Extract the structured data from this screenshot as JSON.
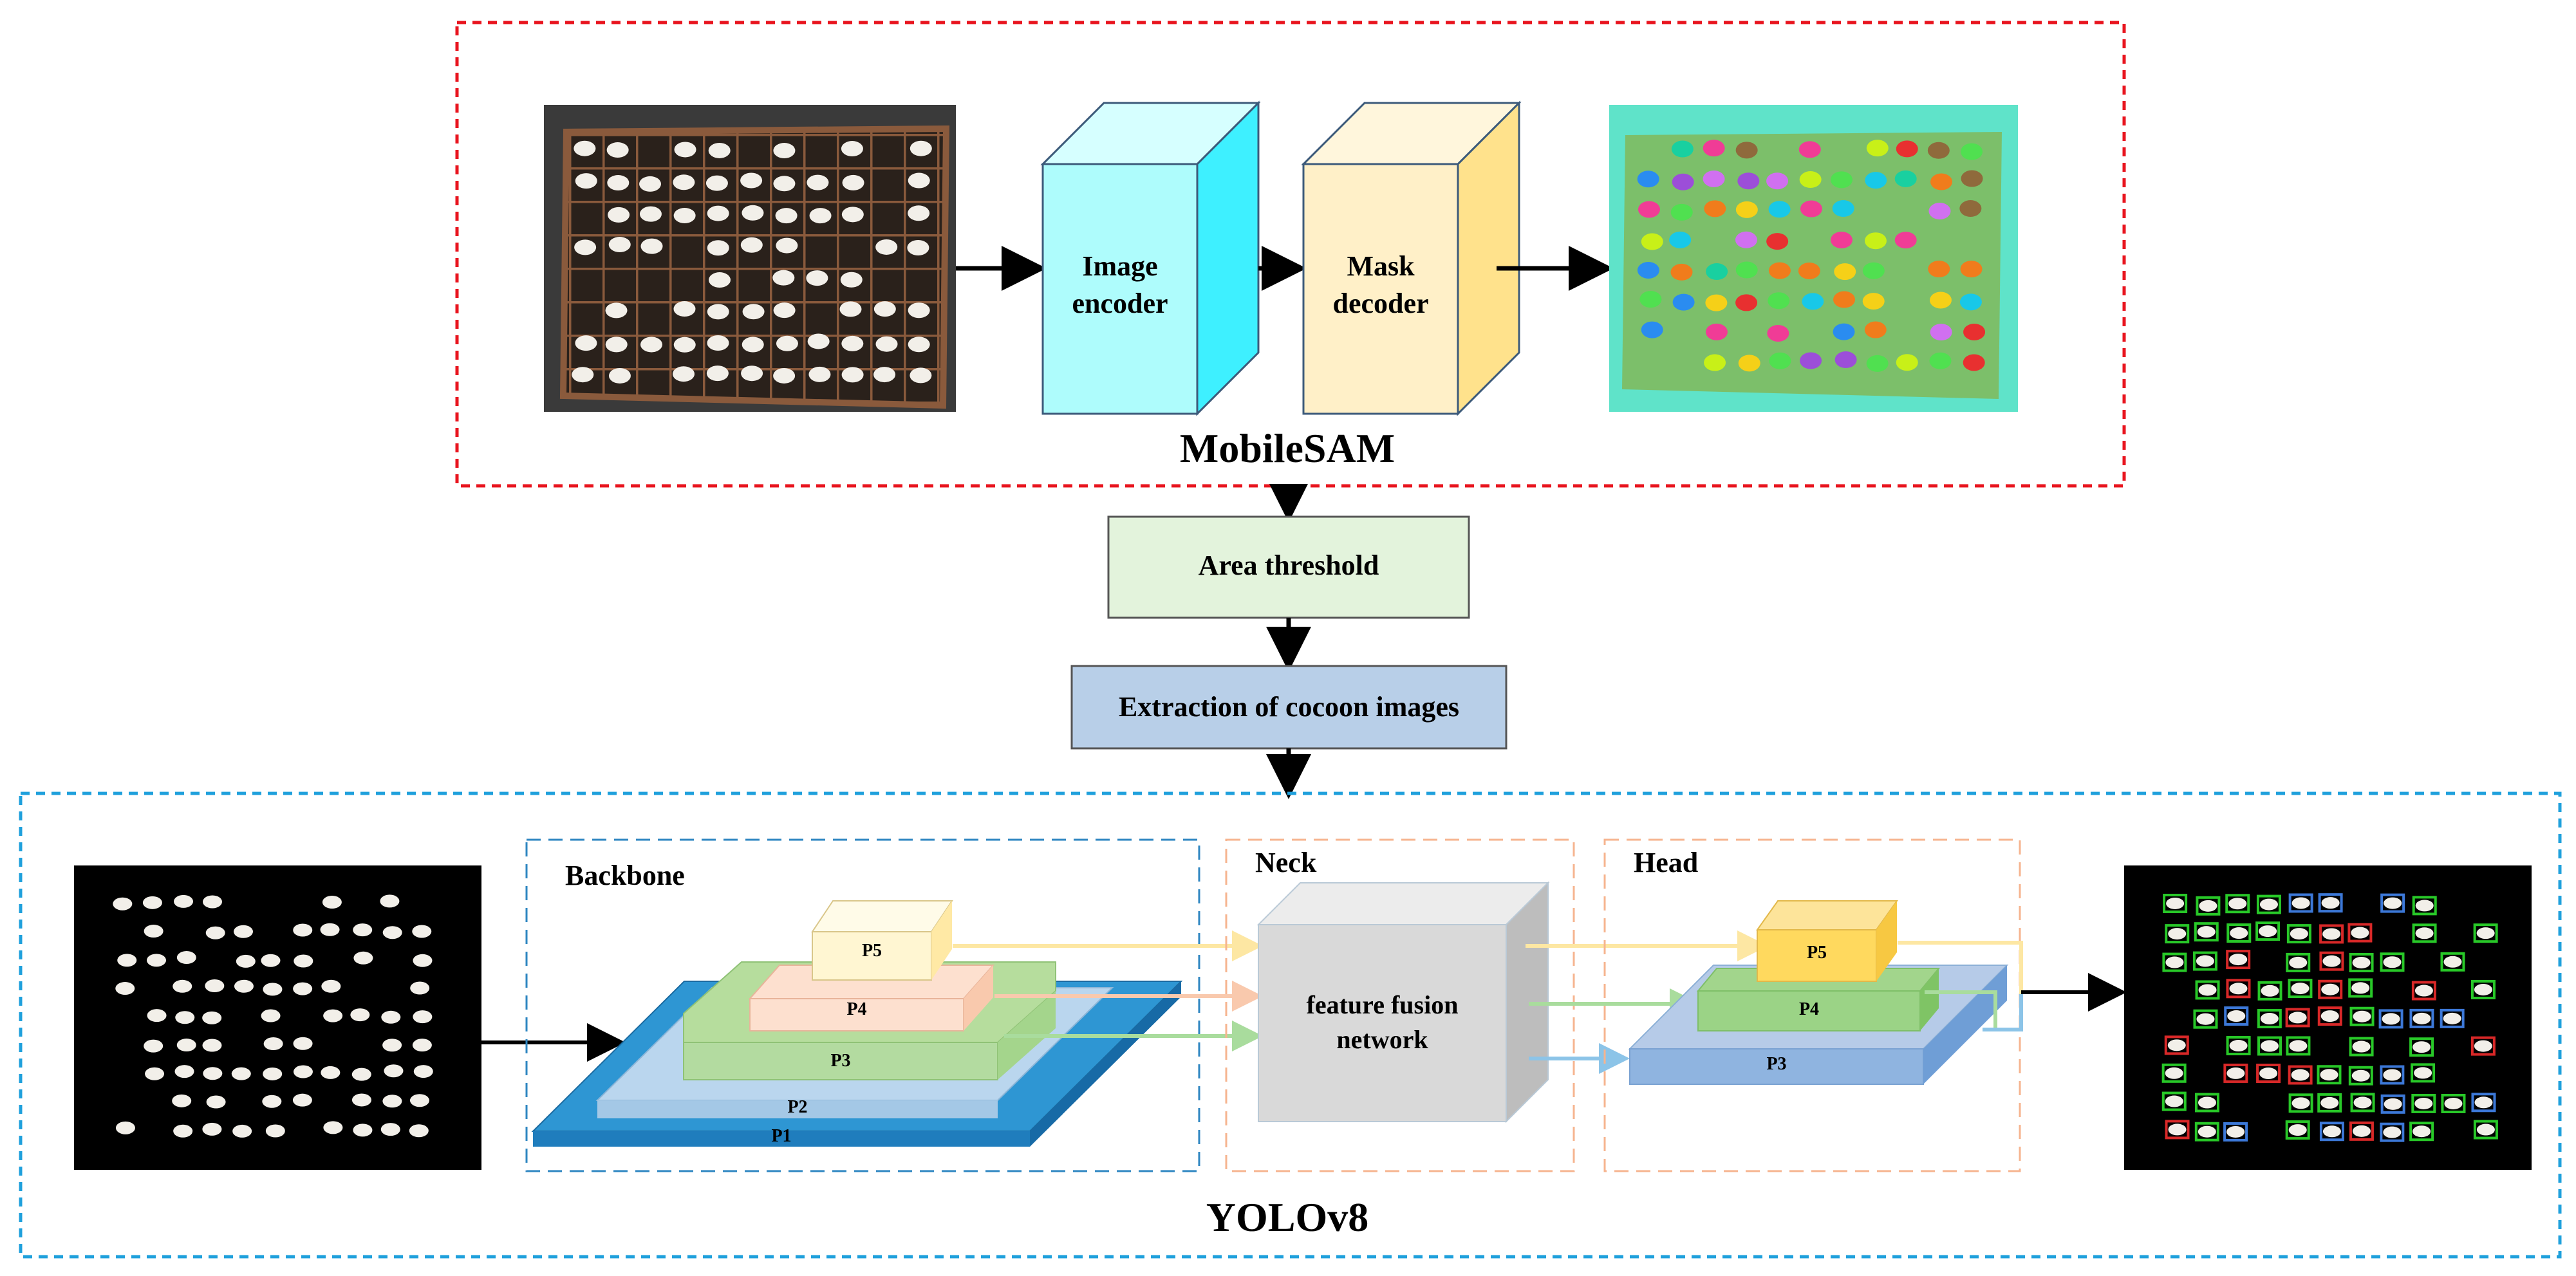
{
  "mobilesam": {
    "title": "MobileSAM",
    "encoder_line1": "Image",
    "encoder_line2": "encoder",
    "decoder_line1": "Mask",
    "decoder_line2": "decoder"
  },
  "steps": {
    "area_threshold": "Area threshold",
    "extraction": "Extraction of cocoon images"
  },
  "yolo": {
    "title": "YOLOv8",
    "backbone": "Backbone",
    "neck": "Neck",
    "head": "Head",
    "fusion_line1": "feature fusion",
    "fusion_line2": "network",
    "backbone_levels": [
      "P5",
      "P4",
      "P3",
      "P2",
      "P1"
    ],
    "head_levels": [
      "P5",
      "P4",
      "P3"
    ]
  },
  "colors": {
    "sam_border": "#e8141e",
    "yolo_border": "#1fa0dc",
    "encoder": "#aefcfc",
    "decoder": "#fff0c8",
    "area_box": "#e3f3dc",
    "extract_box": "#b8cfe8",
    "fusion": "#d9d9d9"
  }
}
